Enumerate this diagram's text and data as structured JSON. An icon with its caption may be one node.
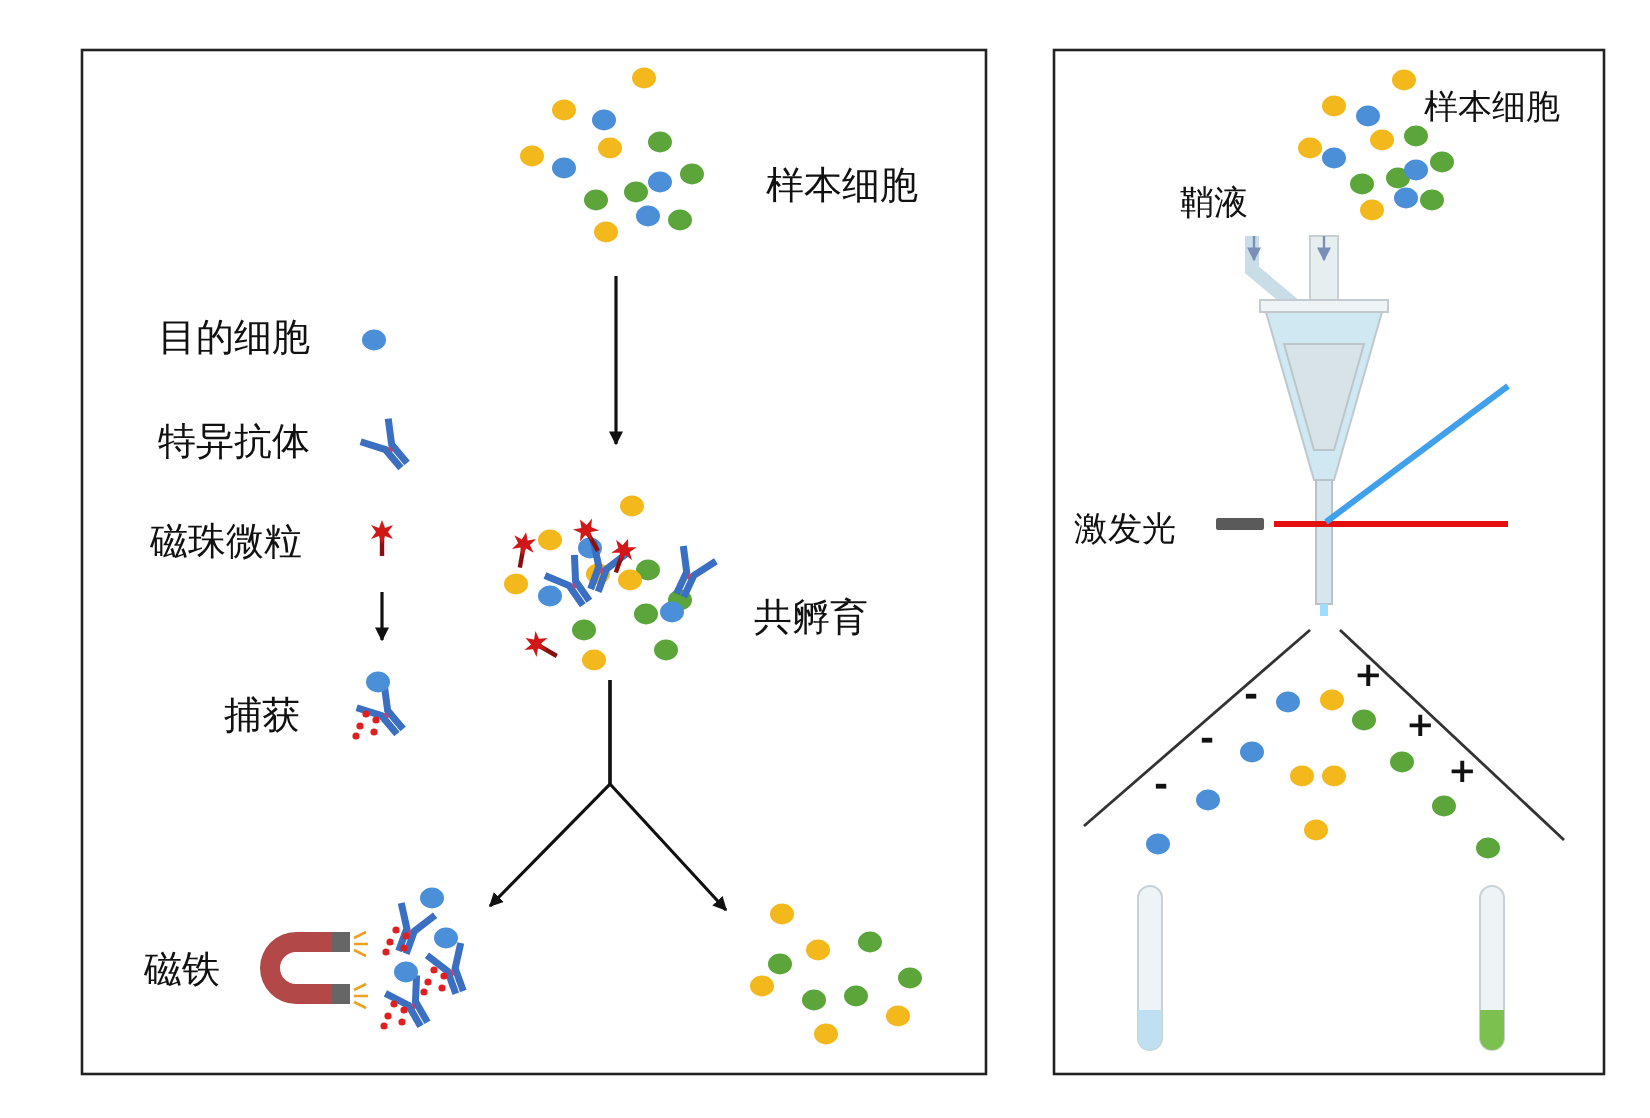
{
  "diagram": {
    "nodes": [
      {
        "text": [],
        "shape": "picture",
        "beside": [
          "样本细胞"
        ]
      },
      {
        "text": [],
        "shape": "picture",
        "beside": [
          "共孵育"
        ]
      },
      {
        "text": [],
        "shape": "picture",
        "beside": [
          "磁铁"
        ]
      },
      {
        "text": [],
        "shape": "picture"
      },
      {
        "text": [],
        "shape": "picture",
        "beside": [
          "磁珠微粒"
        ]
      },
      {
        "text": [],
        "shape": "picture",
        "beside": [
          "捕获"
        ]
      }
    ],
    "edges": [
      {
        "from": 0,
        "to": 1,
        "arrow": "to"
      },
      {
        "from": 1,
        "to": 2,
        "arrow": "to"
      },
      {
        "from": 1,
        "to": 3,
        "arrow": "to"
      },
      {
        "from": 4,
        "to": 5,
        "arrow": "to"
      }
    ],
    "labels": [
      "目的细胞",
      "特异抗体",
      "样本细胞",
      "鞘液",
      "激发光",
      "+",
      "-",
      "+",
      "-",
      "+",
      "-"
    ]
  }
}
